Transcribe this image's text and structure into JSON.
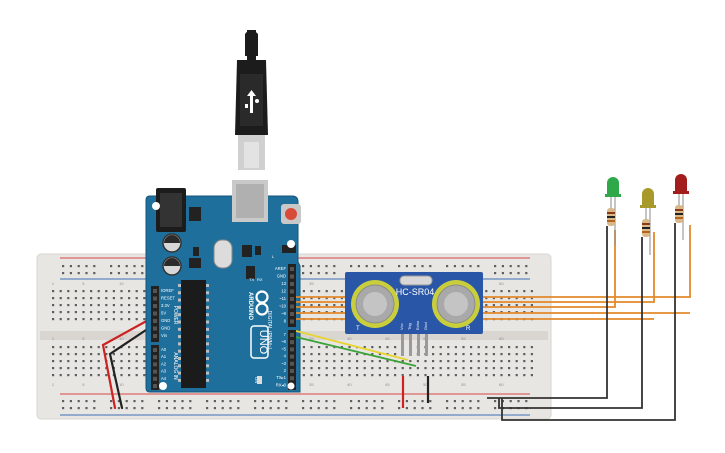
{
  "colors": {
    "background": "#ffffff",
    "breadboard": "#e8e6e3",
    "breadboard_edge": "#d9d6d2",
    "hole": "#5f5f5f",
    "rail_red": "#d64545",
    "rail_blue": "#3c6fb5",
    "arduino_board": "#1f6f9c",
    "arduino_edge": "#14557a",
    "header": "#222222",
    "sensor_board": "#2a56a8",
    "transducer_ring": "#c9cf3c",
    "wire_orange": "#e3892a",
    "wire_yellow": "#e7d430",
    "wire_green": "#3aa33a",
    "wire_red": "#cc2222",
    "wire_black": "#222222",
    "led_green": "#2fa84a",
    "led_yellow": "#a89a2a",
    "led_red": "#a31d1d",
    "usb_metal": "#c9c9c9",
    "usb_black": "#1c1c1c"
  },
  "usb_cable": {
    "icon": "usb-cable-icon"
  },
  "arduino": {
    "brand": "ARDUINO",
    "model": "UNO",
    "on_label": "ON",
    "tx_label": "TX",
    "rx_label": "RX",
    "l_label": "L",
    "digital_label": "DIGITAL (PWM~)",
    "power_label": "POWER",
    "analog_label": "ANALOG IN",
    "power_pins": [
      "IOREF",
      "RESET",
      "3.3V",
      "5V",
      "GND",
      "GND",
      "Vin"
    ],
    "analog_pins": [
      "A0",
      "A1",
      "A2",
      "A3",
      "A4",
      "A5"
    ],
    "digital_pins_top": [
      "AREF",
      "GND",
      "13",
      "12",
      "~11",
      "~10",
      "~9",
      "8"
    ],
    "digital_pins_bottom": [
      "7",
      "~6",
      "~5",
      "4",
      "~3",
      "2",
      "TX▸1",
      "RX◂0"
    ]
  },
  "sensor": {
    "model": "HC-SR04",
    "pins": [
      "Vcc",
      "Trig",
      "Echo",
      "Gnd"
    ],
    "left_mark": "T",
    "right_mark": "R"
  },
  "breadboard": {
    "column_labels": [
      "1",
      "5",
      "10",
      "15",
      "20",
      "25",
      "30",
      "35",
      "40",
      "45",
      "50",
      "55",
      "60"
    ]
  },
  "leds": [
    {
      "color_name": "green"
    },
    {
      "color_name": "yellow"
    },
    {
      "color_name": "red"
    }
  ]
}
